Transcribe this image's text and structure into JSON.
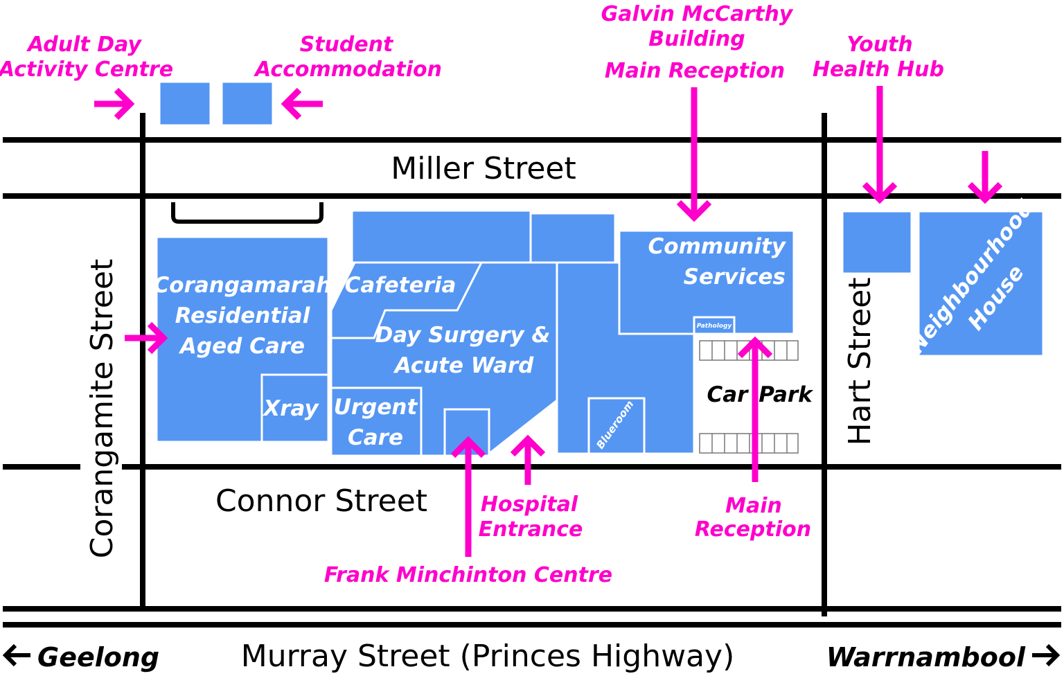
{
  "colors": {
    "building": "#5596f3",
    "road": "#000000",
    "label_pink": "#ff00cc",
    "building_text": "#ffffff"
  },
  "streets": {
    "miller": "Miller Street",
    "connor": "Connor Street",
    "corangamite": "Corangamite Street",
    "hart": "Hart Street",
    "murray": "Murray Street (Princes Highway)"
  },
  "directions": {
    "west": "Geelong",
    "east": "Warrnambool"
  },
  "buildings": {
    "corangamarah_line1": "Corangamarah",
    "corangamarah_line2": "Residential",
    "corangamarah_line3": "Aged Care",
    "xray": "Xray",
    "cafeteria": "Cafeteria",
    "day_surgery_line1": "Day Surgery &",
    "day_surgery_line2": "Acute Ward",
    "urgent_care_line1": "Urgent",
    "urgent_care_line2": "Care",
    "community_line1": "Community",
    "community_line2": "Services",
    "pathology": "Pathology",
    "blueroom": "Blueroom",
    "neighbourhood_line1": "Neighbourhood",
    "neighbourhood_line2": "House"
  },
  "car_park": {
    "word1": "Car",
    "word2": "Park"
  },
  "labels": {
    "adult_day_line1": "Adult Day",
    "adult_day_line2": "Activity Centre",
    "student_line1": "Student",
    "student_line2": "Accommodation",
    "galvin_line1": "Galvin McCarthy",
    "galvin_line2": "Building",
    "galvin_line3": "Main Reception",
    "youth_line1": "Youth",
    "youth_line2": "Health Hub",
    "hospital_entrance_line1": "Hospital",
    "hospital_entrance_line2": "Entrance",
    "main_reception_line1": "Main",
    "main_reception_line2": "Reception",
    "frank": "Frank Minchinton Centre"
  },
  "icons": [
    "arrow-right-icon",
    "arrow-left-icon",
    "arrow-down-icon",
    "arrow-up-icon"
  ]
}
